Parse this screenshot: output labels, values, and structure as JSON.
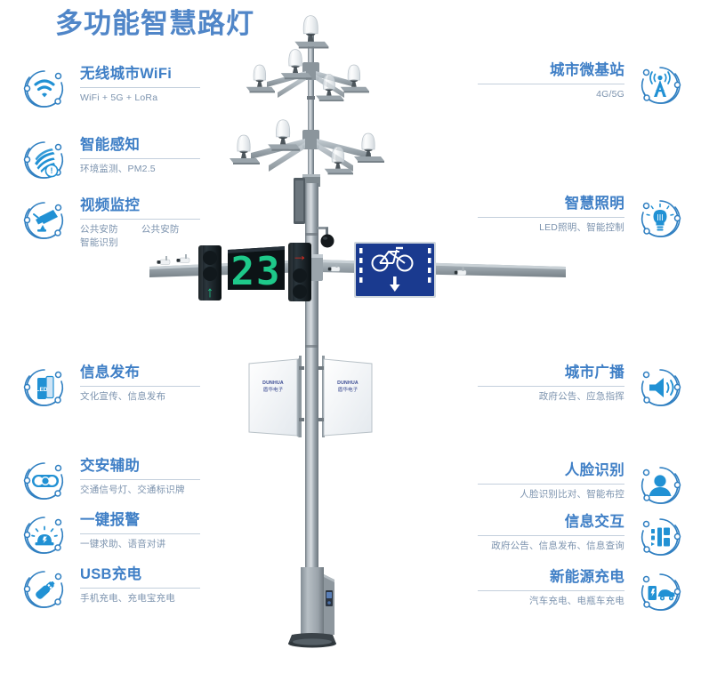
{
  "header": {
    "title": "多功能智慧路灯",
    "title_color": "#5086c8"
  },
  "theme": {
    "accent": "#3f7fc6",
    "accent_light": "#2e9ad6",
    "subtitle_color": "#7c93ae",
    "rule_color": "#c3cfdc",
    "icon_stroke": "#2f7fc1",
    "icon_fill_a": "#2e9ad6",
    "icon_fill_b": "#1f7ac0"
  },
  "left_features": [
    {
      "icon": "wifi-icon",
      "title": "无线城市WiFi",
      "subtitle": "WiFi + 5G + LoRa",
      "subtitle_extra": ""
    },
    {
      "icon": "environment-sensor-icon",
      "title": "智能感知",
      "subtitle": "环境监测、PM2.5",
      "subtitle_extra": ""
    },
    {
      "icon": "cctv-camera-icon",
      "title": "视频监控",
      "subtitle": "公共安防",
      "subtitle_col2": "公共安防",
      "subtitle_extra": "智能识别"
    },
    {
      "icon": "led-display-icon",
      "title": "信息发布",
      "subtitle": "文化宣传、信息发布",
      "subtitle_extra": ""
    },
    {
      "icon": "traffic-light-icon",
      "title": "交安辅助",
      "subtitle": "交通信号灯、交通标识牌",
      "subtitle_extra": ""
    },
    {
      "icon": "alarm-siren-icon",
      "title": "一键报警",
      "subtitle": "一键求助、语音对讲",
      "subtitle_extra": ""
    },
    {
      "icon": "usb-charge-icon",
      "title": "USB充电",
      "subtitle": "手机充电、充电宝充电",
      "subtitle_extra": ""
    }
  ],
  "right_features": [
    {
      "icon": "cell-tower-icon",
      "title": "城市微基站",
      "subtitle": "4G/5G"
    },
    {
      "icon": "smart-lighting-icon",
      "title": "智慧照明",
      "subtitle": "LED照明、智能控制"
    },
    {
      "icon": "loudspeaker-icon",
      "title": "城市广播",
      "subtitle": "政府公告、应急指挥"
    },
    {
      "icon": "face-recognition-icon",
      "title": "人脸识别",
      "subtitle": "人脸识别比对、智能布控"
    },
    {
      "icon": "info-kiosk-icon",
      "title": "信息交互",
      "subtitle": "政府公告、信息发布、信息查询"
    },
    {
      "icon": "ev-charging-icon",
      "title": "新能源充电",
      "subtitle": "汽车充电、电瓶车充电"
    }
  ],
  "illustration": {
    "name": "multifunction-smart-streetlight-pole",
    "countdown_display": "23",
    "countdown_color": "#1ec98a",
    "signals": [
      {
        "name": "pedestrian-straight-signal",
        "arrow": "↑",
        "arrow_color": "#1ec98a"
      },
      {
        "name": "right-turn-signal",
        "arrow": "→",
        "arrow_color": "#e02b1e"
      }
    ],
    "bike_sign": {
      "name": "bicycle-lane-sign",
      "bg_color": "#1a3a8f",
      "glyph": "bicycle",
      "arrow": "↓"
    },
    "signboards": [
      {
        "en": "DUNHUA",
        "cn": "盾华电子"
      },
      {
        "en": "DUNHUA",
        "cn": "盾华电子"
      }
    ],
    "lamp_count": 9,
    "pole_color": "#8c969e"
  }
}
